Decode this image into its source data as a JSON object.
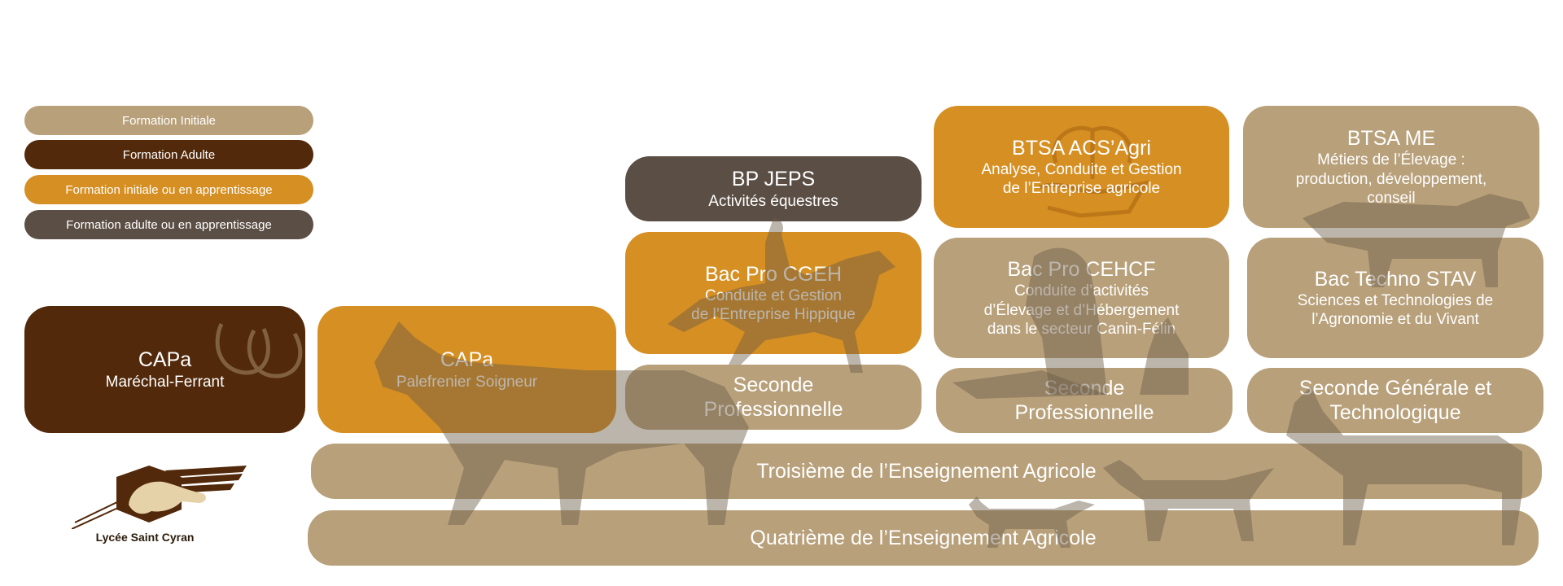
{
  "legend": [
    {
      "label": "Formation Initiale",
      "color": "#b8a07a"
    },
    {
      "label": "Formation Adulte",
      "color": "#52290a"
    },
    {
      "label": "Formation initiale ou en apprentissage",
      "color": "#d68f22"
    },
    {
      "label": "Formation adulte ou en apprentissage",
      "color": "#5b4e44"
    }
  ],
  "formations": {
    "capa_mf": {
      "title": "CAPa",
      "subtitle": "Maréchal-Ferrant"
    },
    "capa_ps": {
      "title": "CAPa",
      "subtitle": "Palefrenier Soigneur"
    },
    "bp_jeps": {
      "title": "BP JEPS",
      "subtitle": "Activités équestres"
    },
    "bac_pro_cgeh": {
      "title": "Bac Pro CGEH",
      "line1": "Conduite et Gestion",
      "line2": "de l’Entreprise Hippique"
    },
    "seconde_pro_1": {
      "line1": "Seconde",
      "line2": "Professionnelle"
    },
    "btsa_acs": {
      "title": "BTSA ACS’Agri",
      "line1": "Analyse, Conduite et Gestion",
      "line2": "de l’Entreprise agricole"
    },
    "bac_pro_cehcf": {
      "title": "Bac Pro CEHCF",
      "line1": "Conduite d’activités",
      "line2": "d’Élevage et d’Hébergement",
      "line3": "dans le secteur Canin-Félin"
    },
    "seconde_pro_2": {
      "line1": "Seconde",
      "line2": "Professionnelle"
    },
    "btsa_me": {
      "title": "BTSA ME",
      "line1": "Métiers de l’Élevage :",
      "line2": "production, développement,",
      "line3": "conseil"
    },
    "bac_techno_stav": {
      "title": "Bac Techno STAV",
      "line1": "Sciences et Technologies de",
      "line2": "l’Agronomie et du Vivant"
    },
    "seconde_gt": {
      "line1": "Seconde Générale et",
      "line2": "Technologique"
    },
    "troisieme": {
      "title": "Troisième de l’Enseignement Agricole"
    },
    "quatrieme": {
      "title": "Quatrième de l’Enseignement Agricole"
    }
  },
  "logo": {
    "name": "Lycée Saint Cyran",
    "colors": {
      "brown": "#52290a",
      "cream": "#e6d2a8"
    }
  }
}
